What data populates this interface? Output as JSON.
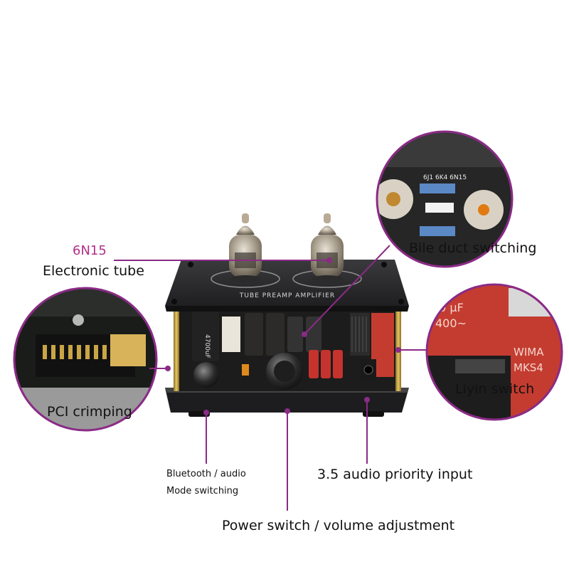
{
  "labels": {
    "tube_model": "6N15",
    "tube_name": "Electronic tube",
    "bile_duct": "Bile duct switching",
    "liyin": "Liyin switch",
    "pci": "PCI crimping",
    "bluetooth_line1": "Bluetooth / audio",
    "bluetooth_line2": "Mode switching",
    "audio_input": "3.5 audio priority input",
    "power": "Power switch / volume adjustment"
  },
  "device": {
    "panel_text": "TUBE PREAMP AMPLIFIER",
    "cap_text": "4700uF",
    "film_cap_text1": ",0 µF",
    "film_cap_text2": "400~",
    "film_cap_brand": "WIMA",
    "film_cap_model": "MKS4",
    "pcb_silk": "6J1 6K4 6N15"
  },
  "colors": {
    "callout_line": "#8a2b86",
    "callout_ring": "#8a2b86",
    "accent_text": "#b0308a",
    "panel": "#2a2a2c",
    "brass": "#c9a545",
    "capacitor_red": "#c5332e"
  }
}
